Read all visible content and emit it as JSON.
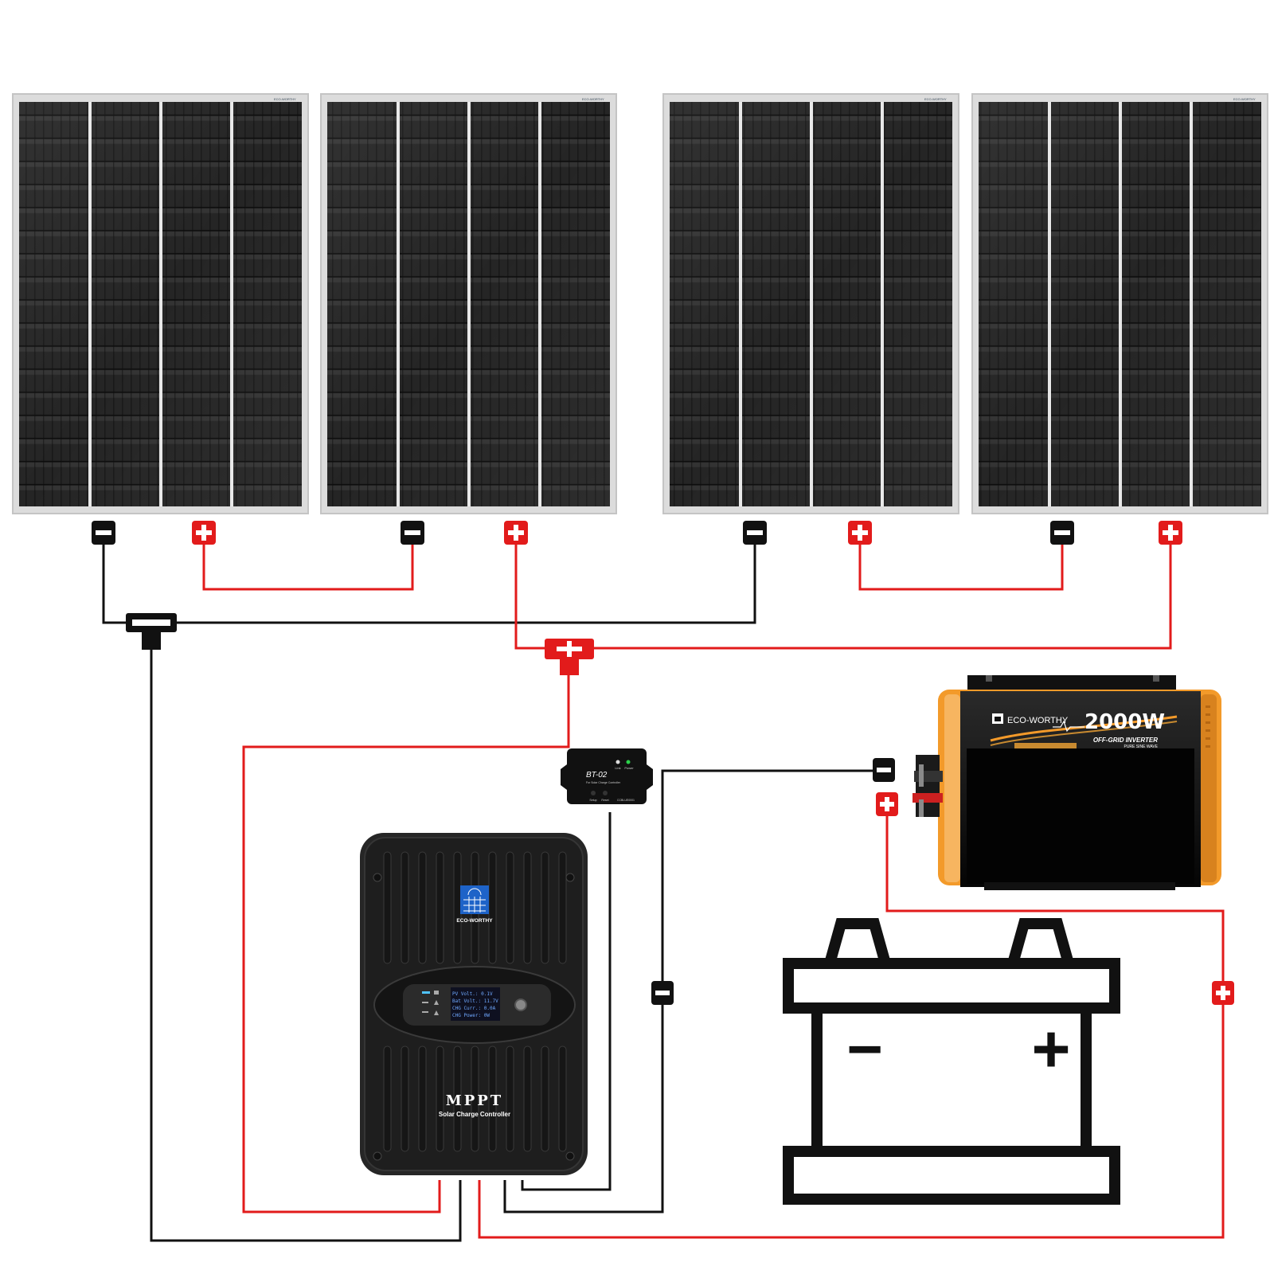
{
  "panels": [
    {
      "brand": "ECO-WORTHY"
    },
    {
      "brand": "ECO-WORTHY"
    },
    {
      "brand": "ECO-WORTHY"
    },
    {
      "brand": "ECO-WORTHY"
    }
  ],
  "inverter": {
    "brand": "ECO-WORTHY",
    "power": "2000W",
    "type": "OFF-GRID INVERTER",
    "subtype": "PURE SINE WAVE"
  },
  "bluetooth_module": {
    "model": "BT-02",
    "caption": "For Solar Charge Controller",
    "indicator_link": "Link",
    "indicator_power": "Power",
    "btn_setup": "Setup",
    "btn_reset": "Reset",
    "serial": "CCBLUE0001"
  },
  "controller": {
    "brand": "ECO-WORTHY",
    "title": "MPPT",
    "subtitle": "Solar Charge Controller",
    "display_lines": [
      "PV  Volt.:  0.1V",
      "Bat Volt.: 11.7V",
      "CHG Curr.:  0.0A",
      "CHG Power:    0W"
    ]
  },
  "battery": {
    "neg_symbol": "−",
    "pos_symbol": "+"
  },
  "colors": {
    "positive": "#e21b1b",
    "negative": "#111111",
    "inverter_orange": "#f39a2a"
  },
  "icons": [
    "minus-terminal-icon",
    "plus-terminal-icon",
    "branch-connector-icon",
    "battery-icon",
    "sun-logo-icon"
  ]
}
